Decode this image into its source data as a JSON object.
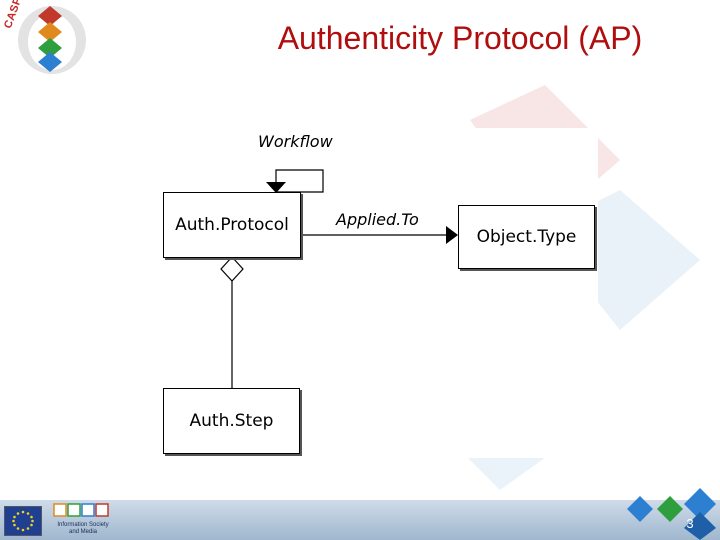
{
  "slide": {
    "title": "Authenticity Protocol (AP)",
    "page_number": "3",
    "logo_text": "CASPAR",
    "footer_logo_text": "Information Society and Media"
  },
  "diagram": {
    "classes": {
      "auth_protocol": "Auth.Protocol",
      "object_type": "Object.Type",
      "auth_step": "Auth.Step"
    },
    "relations": {
      "workflow": "Workflow",
      "applied_to": "Applied.To"
    }
  },
  "colors": {
    "title": "#b00e0e",
    "footer": "#9fb7cf",
    "diamond_blue": "#2c7fd1",
    "diamond_green": "#2e9e3e",
    "diamond_red": "#c0392b",
    "diamond_orange": "#e08a1e"
  }
}
